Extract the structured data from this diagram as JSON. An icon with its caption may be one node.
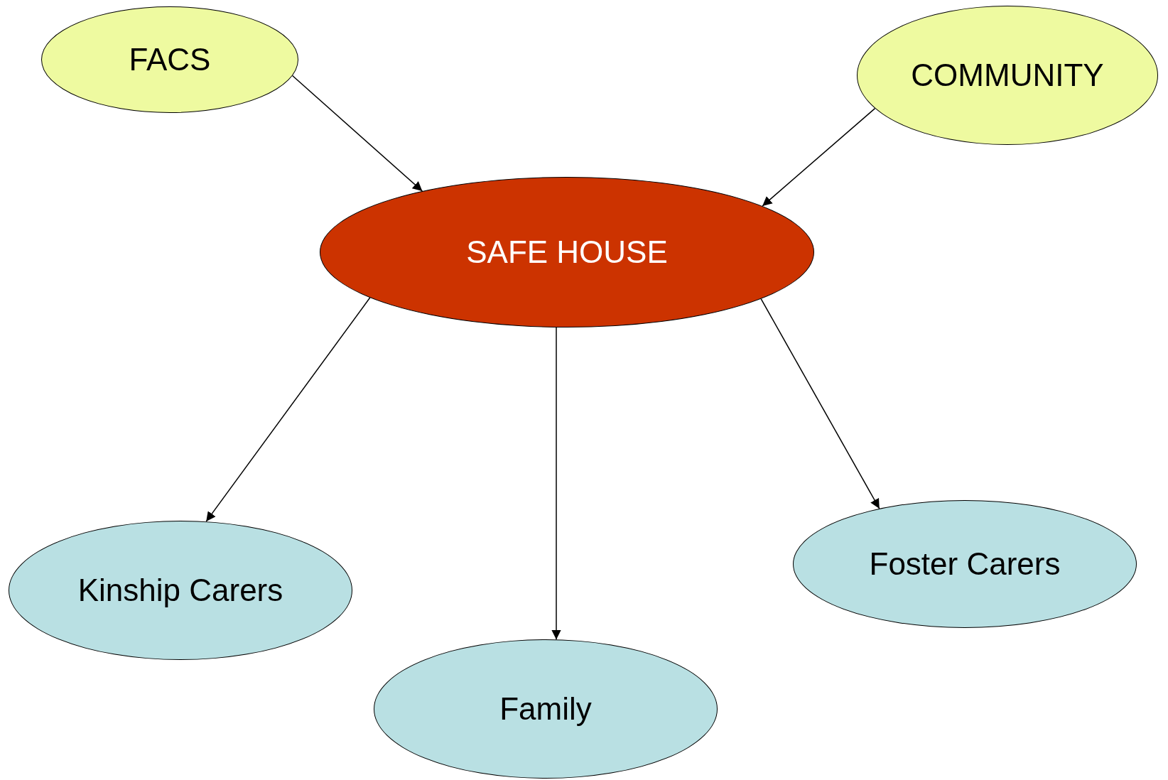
{
  "diagram": {
    "nodes": [
      {
        "text": [
          "FACS"
        ]
      },
      {
        "text": [
          "COMMUNITY"
        ]
      },
      {
        "text": [
          "SAFE HOUSE"
        ]
      },
      {
        "text": [
          "Kinship Carers"
        ]
      },
      {
        "text": [
          "Family"
        ]
      },
      {
        "text": [
          "Foster Carers"
        ]
      }
    ],
    "edges": [
      {
        "from": 0,
        "to": 2,
        "arrow": "to"
      },
      {
        "from": 1,
        "to": 2,
        "arrow": "to"
      },
      {
        "from": 2,
        "to": 3,
        "arrow": "to"
      },
      {
        "from": 2,
        "to": 4,
        "arrow": "to"
      },
      {
        "from": 2,
        "to": 5,
        "arrow": "to"
      }
    ]
  }
}
